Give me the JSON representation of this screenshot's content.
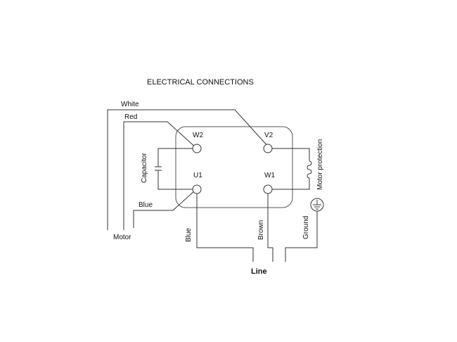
{
  "title": "ELECTRICAL CONNECTIONS",
  "terminals": {
    "w2": "W2",
    "v2": "V2",
    "u1": "U1",
    "w1": "W1"
  },
  "wires": {
    "white": "White",
    "red": "Red",
    "blue_motor": "Blue",
    "blue_line": "Blue",
    "brown": "Brown",
    "ground": "Ground"
  },
  "components": {
    "capacitor": "Capacitor",
    "motor_protection": "Motor protection"
  },
  "labels": {
    "motor": "Motor",
    "line": "Line"
  },
  "colors": {
    "line_color": "#333333",
    "background": "#ffffff"
  }
}
